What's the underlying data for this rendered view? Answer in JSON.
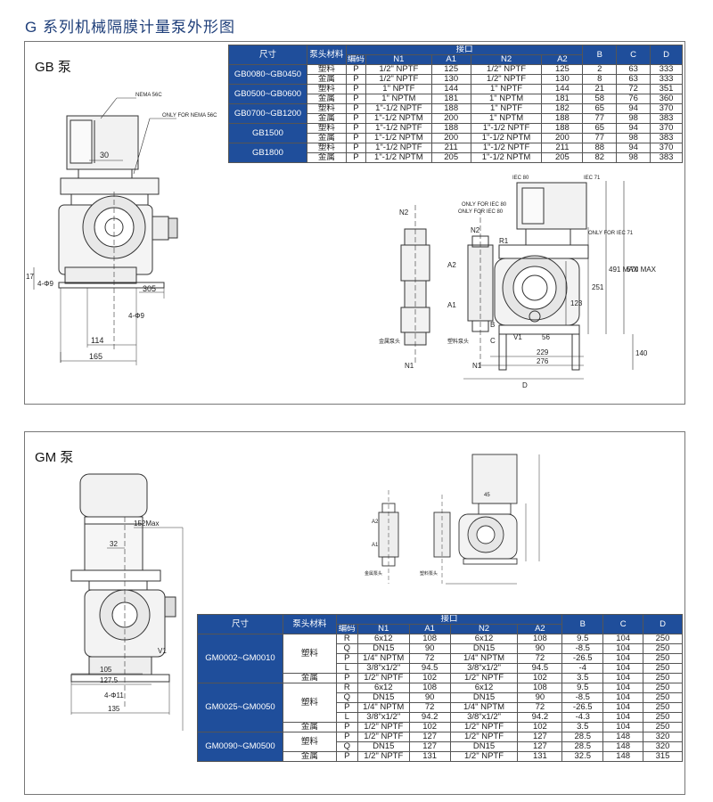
{
  "page": {
    "title": "G 系列机械隔膜计量泵外形图"
  },
  "gb": {
    "label": "GB 泵",
    "headers": {
      "size": "尺寸",
      "material": "泵头材料",
      "port": "接口",
      "code": "编码",
      "n1": "N1",
      "a1": "A1",
      "n2": "N2",
      "a2": "A2",
      "b": "B",
      "c": "C",
      "d": "D"
    },
    "groups": [
      {
        "model": "GB0080~GB0450",
        "rows": [
          [
            "塑料",
            "P",
            "1/2\" NPTF",
            "125",
            "1/2\" NPTF",
            "125",
            "2",
            "63",
            "333"
          ],
          [
            "金属",
            "P",
            "1/2\" NPTF",
            "130",
            "1/2\" NPTF",
            "130",
            "8",
            "63",
            "333"
          ]
        ]
      },
      {
        "model": "GB0500~GB0600",
        "rows": [
          [
            "塑料",
            "P",
            "1\" NPTF",
            "144",
            "1\" NPTF",
            "144",
            "21",
            "72",
            "351"
          ],
          [
            "金属",
            "P",
            "1\" NPTM",
            "181",
            "1\" NPTM",
            "181",
            "58",
            "76",
            "360"
          ]
        ]
      },
      {
        "model": "GB0700~GB1200",
        "rows": [
          [
            "塑料",
            "P",
            "1\"-1/2 NPTF",
            "188",
            "1\" NPTF",
            "182",
            "65",
            "94",
            "370"
          ],
          [
            "金属",
            "P",
            "1\"-1/2 NPTM",
            "200",
            "1\" NPTM",
            "188",
            "77",
            "98",
            "383"
          ]
        ]
      },
      {
        "model": "GB1500",
        "rows": [
          [
            "塑料",
            "P",
            "1\"-1/2 NPTF",
            "188",
            "1\"-1/2 NPTF",
            "188",
            "65",
            "94",
            "370"
          ],
          [
            "金属",
            "P",
            "1\"-1/2 NPTM",
            "200",
            "1\"-1/2 NPTM",
            "200",
            "77",
            "98",
            "383"
          ]
        ]
      },
      {
        "model": "GB1800",
        "rows": [
          [
            "塑料",
            "P",
            "1\"-1/2 NPTF",
            "211",
            "1\"-1/2 NPTF",
            "211",
            "88",
            "94",
            "370"
          ],
          [
            "金属",
            "P",
            "1\"-1/2 NPTM",
            "205",
            "1\"-1/2 NPTM",
            "205",
            "82",
            "98",
            "383"
          ]
        ]
      }
    ],
    "drawing": {
      "nema": "NEMA 56C",
      "only_nema": "ONLY FOR NEMA 56C",
      "dim_30": "30",
      "dim_17": "17",
      "dim_4phi9a": "4-Φ9",
      "dim_305": "305",
      "dim_4phi9b": "4-Φ9",
      "dim_114": "114",
      "dim_165": "165",
      "iec80": "IEC 80",
      "iec71": "IEC 71",
      "only_iec80": "ONLY FOR IEC 80",
      "only_iec80b": "ONLY FOR IEC 80",
      "only_iec71": "ONLY FOR IEC 71",
      "n2": "N2",
      "n1": "N1",
      "r1": "R1",
      "a1": "A1",
      "a2": "A2",
      "b": "B",
      "c": "C",
      "v1": "V1",
      "d": "D",
      "dim_56": "56",
      "dim_123": "123",
      "dim_251": "251",
      "dim_491": "491 MAX",
      "dim_570": "570 MAX",
      "dim_140": "140",
      "dim_229": "229",
      "dim_276": "276",
      "metal_head": "金属泵头",
      "plastic_head": "塑料泵头"
    }
  },
  "gm": {
    "label": "GM 泵",
    "headers": {
      "size": "尺寸",
      "material": "泵头材料",
      "port": "接口",
      "code": "编码",
      "n1": "N1",
      "a1": "A1",
      "n2": "N2",
      "a2": "A2",
      "b": "B",
      "c": "C",
      "d": "D"
    },
    "groups": [
      {
        "model": "GM0002~GM0010",
        "mats": [
          {
            "name": "塑料",
            "rows": [
              [
                "R",
                "6x12",
                "108",
                "6x12",
                "108",
                "9.5",
                "104",
                "250"
              ],
              [
                "Q",
                "DN15",
                "90",
                "DN15",
                "90",
                "-8.5",
                "104",
                "250"
              ],
              [
                "P",
                "1/4\" NPTM",
                "72",
                "1/4\" NPTM",
                "72",
                "-26.5",
                "104",
                "250"
              ],
              [
                "L",
                "3/8\"x1/2\"",
                "94.5",
                "3/8\"x1/2\"",
                "94.5",
                "-4",
                "104",
                "250"
              ]
            ]
          },
          {
            "name": "金属",
            "rows": [
              [
                "P",
                "1/2\" NPTF",
                "102",
                "1/2\" NPTF",
                "102",
                "3.5",
                "104",
                "250"
              ]
            ]
          }
        ]
      },
      {
        "model": "GM0025~GM0050",
        "mats": [
          {
            "name": "塑料",
            "rows": [
              [
                "R",
                "6x12",
                "108",
                "6x12",
                "108",
                "9.5",
                "104",
                "250"
              ],
              [
                "Q",
                "DN15",
                "90",
                "DN15",
                "90",
                "-8.5",
                "104",
                "250"
              ],
              [
                "P",
                "1/4\" NPTM",
                "72",
                "1/4\" NPTM",
                "72",
                "-26.5",
                "104",
                "250"
              ],
              [
                "L",
                "3/8\"x1/2\"",
                "94.2",
                "3/8\"x1/2\"",
                "94.2",
                "-4.3",
                "104",
                "250"
              ]
            ]
          },
          {
            "name": "金属",
            "rows": [
              [
                "P",
                "1/2\" NPTF",
                "102",
                "1/2\" NPTF",
                "102",
                "3.5",
                "104",
                "250"
              ]
            ]
          }
        ]
      },
      {
        "model": "GM0090~GM0500",
        "mats": [
          {
            "name": "塑料",
            "rows": [
              [
                "P",
                "1/2\" NPTF",
                "127",
                "1/2\" NPTF",
                "127",
                "28.5",
                "148",
                "320"
              ],
              [
                "Q",
                "DN15",
                "127",
                "DN15",
                "127",
                "28.5",
                "148",
                "320"
              ]
            ]
          },
          {
            "name": "金属",
            "rows": [
              [
                "P",
                "1/2\" NPTF",
                "131",
                "1/2\" NPTF",
                "131",
                "32.5",
                "148",
                "315"
              ]
            ]
          }
        ]
      }
    ],
    "drawing": {
      "dim_152": "152Max",
      "dim_32": "32",
      "v1": "V1",
      "dim_105": "105",
      "dim_127": "127.5",
      "dim_4phi11": "4-Φ11",
      "dim_135": "135",
      "dim_45": "45",
      "a1": "A1",
      "a2": "A2",
      "dim_metal": "金属泵头",
      "dim_plastic": "塑料泵头"
    }
  }
}
